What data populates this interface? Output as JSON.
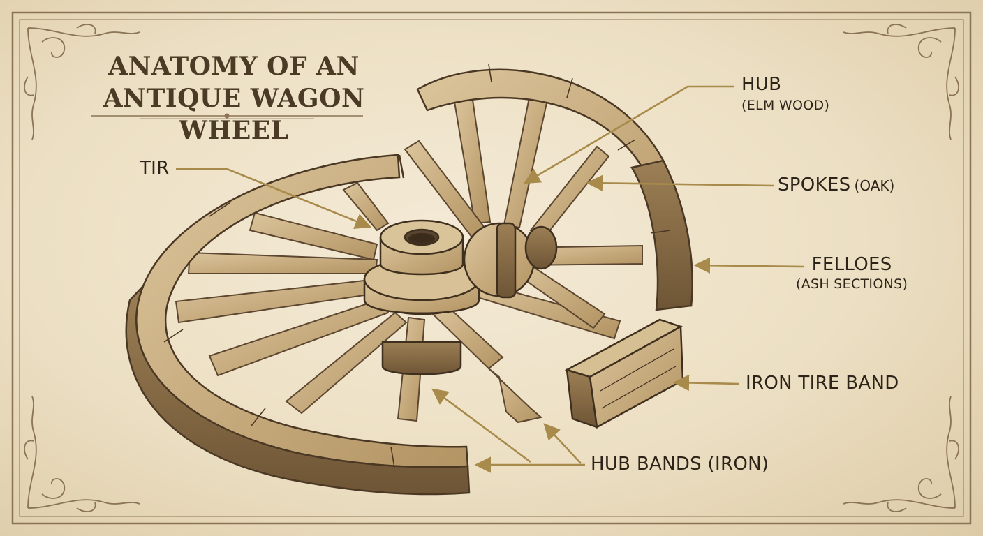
{
  "title": {
    "line1": "ANATOMY OF AN",
    "line2": "ANTIQUE WAGON WHEEL"
  },
  "labels": {
    "tir": {
      "main": "TIR"
    },
    "hub": {
      "main": "HUB",
      "sub": "(ELM WOOD)"
    },
    "spokes": {
      "main": "SPOKES",
      "sub": "(OAK)"
    },
    "felloes": {
      "main": "FELLOES",
      "sub": "(ASH SECTIONS)"
    },
    "iron_tire_band": {
      "main": "IRON TIRE BAND"
    },
    "hub_bands": {
      "main": "HUB BANDS (IRON)"
    }
  },
  "colors": {
    "parchment": "#efe3cb",
    "ink": "#2d2419",
    "leader_gold": "#a88a4a",
    "wood_light": "#d6bf93",
    "wood_mid": "#b89a68",
    "wood_dark": "#6f5637"
  }
}
